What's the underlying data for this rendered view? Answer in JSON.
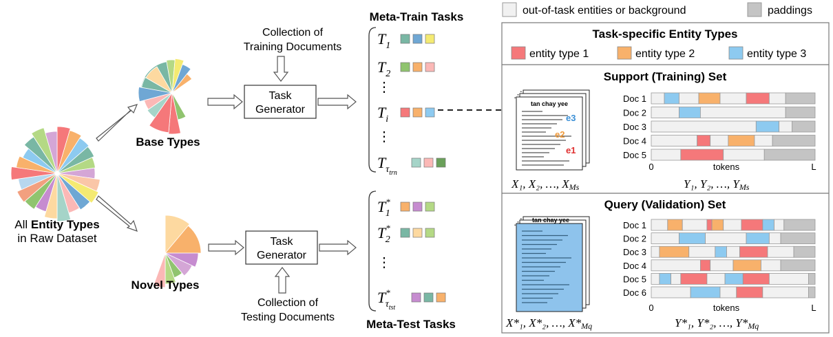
{
  "colors": {
    "type1": "#f5787a",
    "type2": "#f8b16b",
    "type3": "#8dcaf0",
    "out_of_task": "#f1f1f1",
    "padding": "#c4c4c4",
    "pie_palette": [
      "#f5787a",
      "#f8b16b",
      "#8dcaf0",
      "#79b7a4",
      "#b4d985",
      "#d4a6d6",
      "#fac6a8",
      "#f4ea72",
      "#6fa7d4",
      "#fbb8b6",
      "#a5d4c8",
      "#fdd9a0",
      "#c68cd0",
      "#90c46f",
      "#f2a07f",
      "#b7d7ee"
    ]
  },
  "legend_top": {
    "out_of_task": "out-of-task entities or background",
    "paddings": "paddings"
  },
  "left": {
    "all_pre": "All ",
    "all_bold": "Entity Types",
    "all_line2": "in Raw Dataset",
    "base_types": "Base Types",
    "novel_types": "Novel Types"
  },
  "collections": {
    "training_line1": "Collection of",
    "training_line2": "Training Documents",
    "testing_line1": "Collection of",
    "testing_line2": "Testing Documents"
  },
  "generators": {
    "train_line1": "Task",
    "train_line2": "Generator",
    "test_line1": "Task",
    "test_line2": "Generator"
  },
  "meta_train": {
    "heading": "Meta-Train Tasks",
    "tasks": [
      {
        "label": "T",
        "sub": "1",
        "sup": "",
        "subsub": "",
        "colors": [
          "#79b7a4",
          "#6fa7d4",
          "#f4ea72"
        ]
      },
      {
        "label": "T",
        "sub": "2",
        "sup": "",
        "subsub": "",
        "colors": [
          "#90c46f",
          "#f8b16b",
          "#fbb8b6"
        ]
      },
      {
        "label": "T",
        "sub": "i",
        "sup": "",
        "subsub": "",
        "colors": [
          "#f5787a",
          "#f8b16b",
          "#8dcaf0"
        ]
      },
      {
        "label": "T",
        "sub": "τ",
        "sup": "",
        "subsub": "trn",
        "colors": [
          "#a5d4c8",
          "#fbb8b6",
          "#6aa05a"
        ]
      }
    ],
    "ellipsis": "⋮"
  },
  "meta_test": {
    "heading": "Meta-Test Tasks",
    "tasks": [
      {
        "label": "T",
        "sub": "1",
        "sup": "*",
        "subsub": "",
        "colors": [
          "#f8b16b",
          "#c68cd0",
          "#b4d985"
        ]
      },
      {
        "label": "T",
        "sub": "2",
        "sup": "*",
        "subsub": "",
        "colors": [
          "#79b7a4",
          "#fdd9a0",
          "#b4d985"
        ]
      },
      {
        "label": "T",
        "sub": "τ",
        "sup": "*",
        "subsub": "tst",
        "colors": [
          "#c68cd0",
          "#79b7a4",
          "#f8b16b"
        ]
      }
    ],
    "ellipsis": "⋮"
  },
  "task_panel": {
    "title": "Task-specific Entity Types",
    "types": [
      "entity type 1",
      "entity type 2",
      "entity type 3"
    ]
  },
  "support": {
    "title": "Support (Training) Set",
    "docs": [
      "Doc 1",
      "Doc 2",
      "Doc 3",
      "Doc 4",
      "Doc 5"
    ],
    "axis_start": "0",
    "axis_label": "tokens",
    "axis_end": "L",
    "x_caption": "X₁, X₂, …, X",
    "x_caption_sub": "Ms",
    "y_caption": "Y₁, Y₂, …, Y",
    "y_caption_sub": "Ms",
    "receipt_header": "tan chay yee",
    "e_labels": [
      "e3",
      "e2",
      "e1"
    ]
  },
  "query": {
    "title": "Query (Validation) Set",
    "docs": [
      "Doc 1",
      "Doc 2",
      "Doc 3",
      "Doc 4",
      "Doc 5",
      "Doc 6"
    ],
    "axis_start": "0",
    "axis_label": "tokens",
    "axis_end": "L",
    "x_caption": "X*₁, X*₂, …, X*",
    "x_caption_sub": "Mq",
    "y_caption": "Y*₁, Y*₂, …, Y*",
    "y_caption_sub": "Mq",
    "receipt_header": "tan chay yee"
  },
  "support_bars": [
    {
      "segments": [
        {
          "s": 0,
          "e": 0.08,
          "t": "o"
        },
        {
          "s": 0.08,
          "e": 0.17,
          "t": "3"
        },
        {
          "s": 0.17,
          "e": 0.29,
          "t": "o"
        },
        {
          "s": 0.29,
          "e": 0.42,
          "t": "2"
        },
        {
          "s": 0.42,
          "e": 0.58,
          "t": "o"
        },
        {
          "s": 0.58,
          "e": 0.72,
          "t": "1"
        },
        {
          "s": 0.72,
          "e": 0.82,
          "t": "o"
        },
        {
          "s": 0.82,
          "e": 1,
          "t": "p"
        }
      ]
    },
    {
      "segments": [
        {
          "s": 0,
          "e": 0.17,
          "t": "o"
        },
        {
          "s": 0.17,
          "e": 0.3,
          "t": "3"
        },
        {
          "s": 0.3,
          "e": 0.82,
          "t": "o"
        },
        {
          "s": 0.82,
          "e": 1,
          "t": "p"
        }
      ]
    },
    {
      "segments": [
        {
          "s": 0,
          "e": 0.64,
          "t": "o"
        },
        {
          "s": 0.64,
          "e": 0.78,
          "t": "3"
        },
        {
          "s": 0.78,
          "e": 0.86,
          "t": "o"
        },
        {
          "s": 0.86,
          "e": 1,
          "t": "p"
        }
      ]
    },
    {
      "segments": [
        {
          "s": 0,
          "e": 0.28,
          "t": "o"
        },
        {
          "s": 0.28,
          "e": 0.36,
          "t": "1"
        },
        {
          "s": 0.36,
          "e": 0.47,
          "t": "o"
        },
        {
          "s": 0.47,
          "e": 0.63,
          "t": "2"
        },
        {
          "s": 0.63,
          "e": 0.74,
          "t": "o"
        },
        {
          "s": 0.74,
          "e": 1,
          "t": "p"
        }
      ]
    },
    {
      "segments": [
        {
          "s": 0,
          "e": 0.18,
          "t": "o"
        },
        {
          "s": 0.18,
          "e": 0.44,
          "t": "1"
        },
        {
          "s": 0.44,
          "e": 0.69,
          "t": "o"
        },
        {
          "s": 0.69,
          "e": 1,
          "t": "p"
        }
      ]
    }
  ],
  "query_bars": [
    {
      "segments": [
        {
          "s": 0,
          "e": 0.1,
          "t": "o"
        },
        {
          "s": 0.1,
          "e": 0.19,
          "t": "2"
        },
        {
          "s": 0.19,
          "e": 0.34,
          "t": "o"
        },
        {
          "s": 0.34,
          "e": 0.37,
          "t": "1"
        },
        {
          "s": 0.37,
          "e": 0.44,
          "t": "2"
        },
        {
          "s": 0.44,
          "e": 0.55,
          "t": "o"
        },
        {
          "s": 0.55,
          "e": 0.68,
          "t": "1"
        },
        {
          "s": 0.68,
          "e": 0.75,
          "t": "3"
        },
        {
          "s": 0.75,
          "e": 0.81,
          "t": "o"
        },
        {
          "s": 0.81,
          "e": 1,
          "t": "p"
        }
      ]
    },
    {
      "segments": [
        {
          "s": 0,
          "e": 0.17,
          "t": "o"
        },
        {
          "s": 0.17,
          "e": 0.33,
          "t": "3"
        },
        {
          "s": 0.33,
          "e": 0.58,
          "t": "o"
        },
        {
          "s": 0.58,
          "e": 0.72,
          "t": "3"
        },
        {
          "s": 0.72,
          "e": 0.79,
          "t": "o"
        },
        {
          "s": 0.79,
          "e": 1,
          "t": "p"
        }
      ]
    },
    {
      "segments": [
        {
          "s": 0,
          "e": 0.05,
          "t": "o"
        },
        {
          "s": 0.05,
          "e": 0.23,
          "t": "2"
        },
        {
          "s": 0.23,
          "e": 0.39,
          "t": "o"
        },
        {
          "s": 0.39,
          "e": 0.46,
          "t": "3"
        },
        {
          "s": 0.46,
          "e": 0.54,
          "t": "o"
        },
        {
          "s": 0.54,
          "e": 0.71,
          "t": "1"
        },
        {
          "s": 0.71,
          "e": 0.87,
          "t": "o"
        },
        {
          "s": 0.87,
          "e": 1,
          "t": "p"
        }
      ]
    },
    {
      "segments": [
        {
          "s": 0,
          "e": 0.3,
          "t": "o"
        },
        {
          "s": 0.3,
          "e": 0.36,
          "t": "1"
        },
        {
          "s": 0.36,
          "e": 0.5,
          "t": "o"
        },
        {
          "s": 0.5,
          "e": 0.67,
          "t": "2"
        },
        {
          "s": 0.67,
          "e": 0.79,
          "t": "o"
        },
        {
          "s": 0.79,
          "e": 1,
          "t": "p"
        }
      ]
    },
    {
      "segments": [
        {
          "s": 0,
          "e": 0.05,
          "t": "o"
        },
        {
          "s": 0.05,
          "e": 0.12,
          "t": "3"
        },
        {
          "s": 0.12,
          "e": 0.18,
          "t": "o"
        },
        {
          "s": 0.18,
          "e": 0.34,
          "t": "1"
        },
        {
          "s": 0.34,
          "e": 0.45,
          "t": "o"
        },
        {
          "s": 0.45,
          "e": 0.56,
          "t": "3"
        },
        {
          "s": 0.56,
          "e": 0.72,
          "t": "1"
        },
        {
          "s": 0.72,
          "e": 0.96,
          "t": "o"
        },
        {
          "s": 0.96,
          "e": 1,
          "t": "p"
        }
      ]
    },
    {
      "segments": [
        {
          "s": 0,
          "e": 0.24,
          "t": "o"
        },
        {
          "s": 0.24,
          "e": 0.42,
          "t": "3"
        },
        {
          "s": 0.42,
          "e": 0.52,
          "t": "o"
        },
        {
          "s": 0.52,
          "e": 0.68,
          "t": "1"
        },
        {
          "s": 0.68,
          "e": 0.96,
          "t": "o"
        },
        {
          "s": 0.96,
          "e": 1,
          "t": "p"
        }
      ]
    }
  ]
}
